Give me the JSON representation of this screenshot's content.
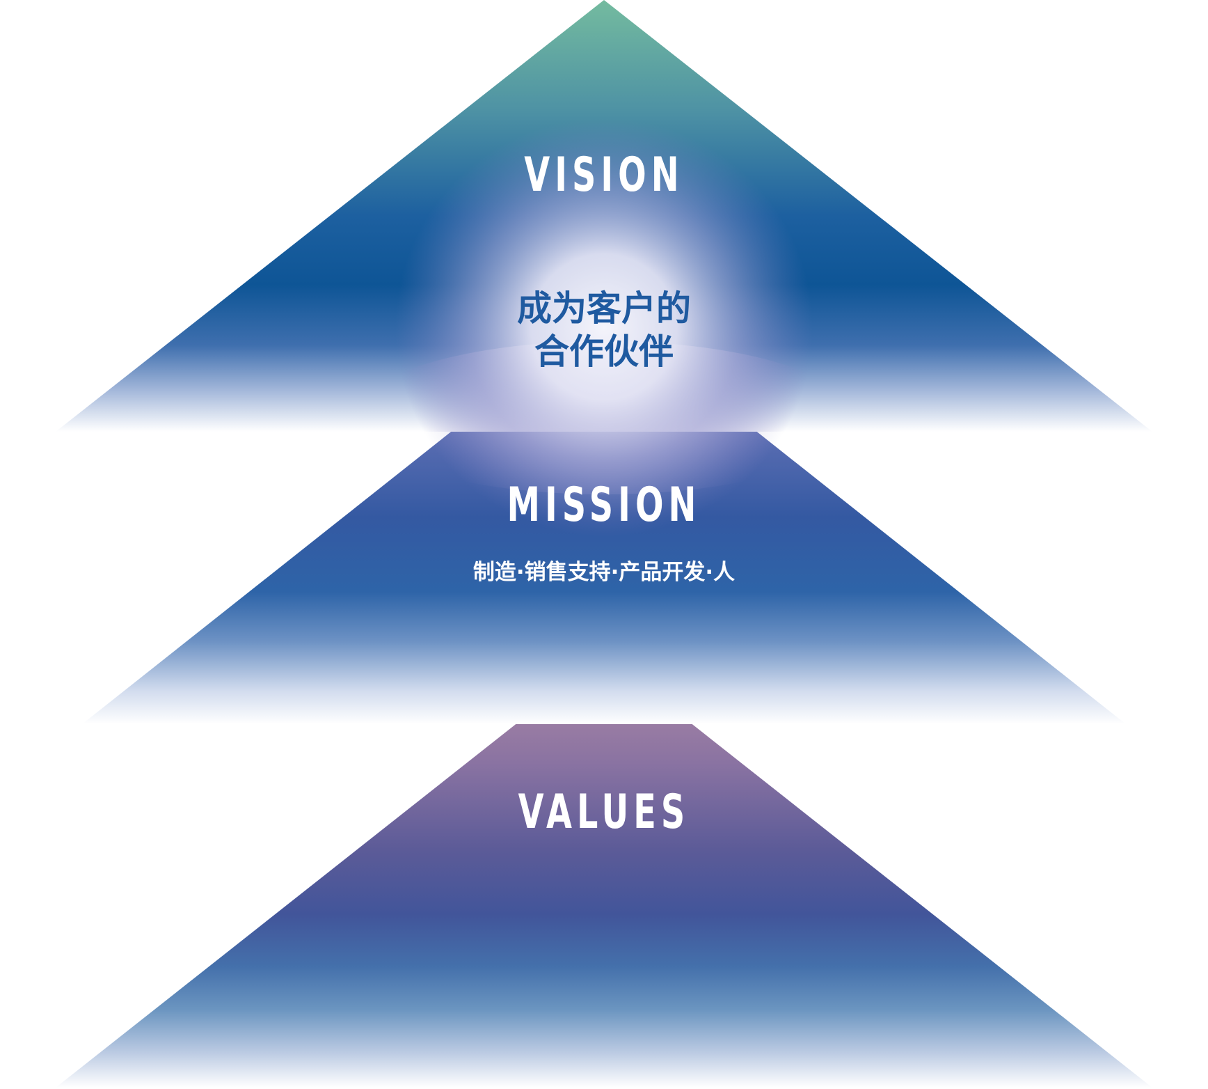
{
  "diagram": {
    "type": "stacked-pyramid",
    "colors": {
      "vision_top": "#72b8a0",
      "vision_mid": "#0e5596",
      "glow": "#eeeefa",
      "mission_main": "#3a5ea8",
      "values_top": "#b08aa6",
      "values_mid": "#7b6aa0",
      "values_low": "#3f5a9e",
      "tagline_text": "#1f5aa0",
      "heading_text": "#ffffff"
    },
    "layers": [
      {
        "id": "vision",
        "heading": "VISION",
        "tagline_line1": "成为客户的",
        "tagline_line2": "合作伙伴"
      },
      {
        "id": "mission",
        "heading": "MISSION",
        "subtitle": "制造·销售支持·产品开发·人"
      },
      {
        "id": "values",
        "heading": "VALUES"
      }
    ]
  }
}
